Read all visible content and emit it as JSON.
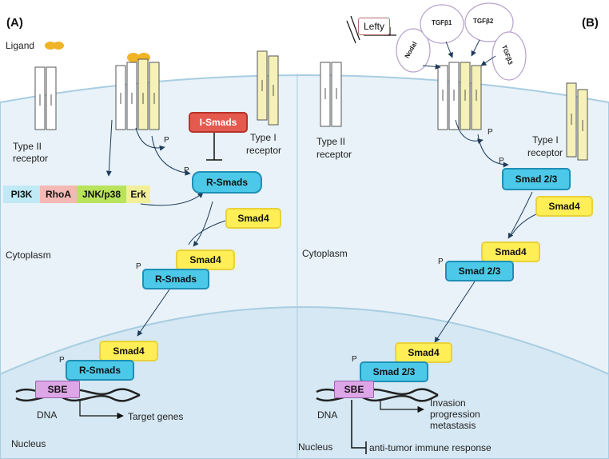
{
  "panels": {
    "a": "(A)",
    "b": "(B)"
  },
  "labels": {
    "ligand": "Ligand",
    "type2_line1": "Type II",
    "type2_line2": "receptor",
    "type1_line1": "Type I",
    "type1_line2": "receptor",
    "cytoplasm": "Cytoplasm",
    "nucleus": "Nucleus",
    "dna": "DNA",
    "p": "P"
  },
  "panel_a": {
    "i_smads": "I-Smads",
    "r_smads": "R-Smads",
    "smad4": "Smad4",
    "sbe": "SBE",
    "target_genes": "Target genes",
    "kinases": [
      "PI3K",
      "RhoA",
      "JNK/p38",
      "Erk"
    ]
  },
  "panel_b": {
    "lefty": "Lefty",
    "ligands": [
      "Nodal",
      "TGFβ1",
      "TGFβ2",
      "TGFβ3"
    ],
    "smad23": "Smad 2/3",
    "smad4": "Smad4",
    "sbe": "SBE",
    "outcome_lines": [
      "Invasion",
      "progression",
      "metastasis"
    ],
    "immune": "anti-tumor immune response"
  },
  "colors": {
    "smad4_fill": "#ffee55",
    "rsmad_fill": "#4cc9e8",
    "ismad_fill": "#e55a4e",
    "sbe_fill": "#dda6e6",
    "pi3k_fill": "#bfe9f5",
    "rhoa_fill": "#f4b9b4",
    "jnk_fill": "#b8e35a",
    "erk_fill": "#f2ef9a",
    "membrane": "#c9e1ef",
    "receptor_type1": "#f5f1b8",
    "ligand": "#f0b429"
  }
}
